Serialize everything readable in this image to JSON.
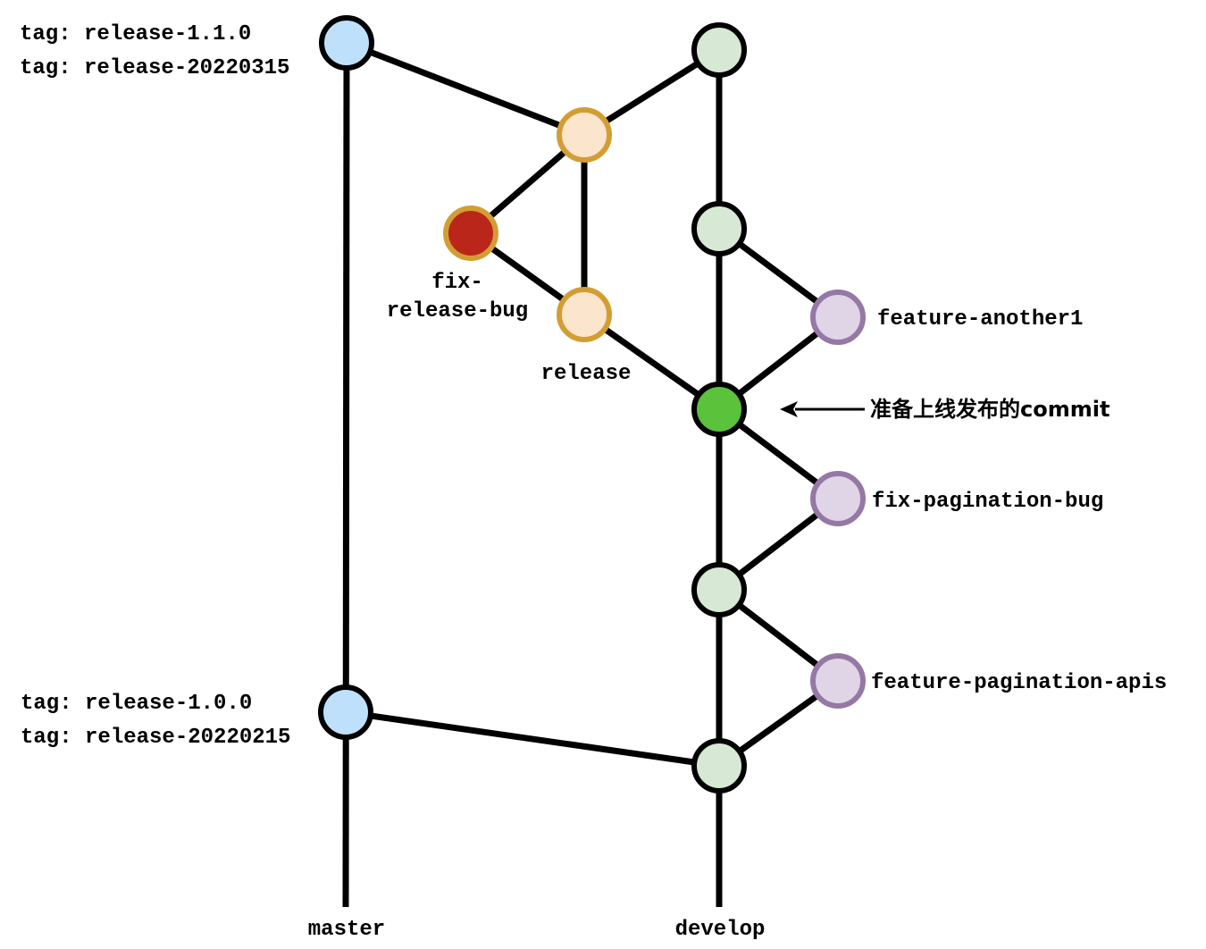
{
  "colors": {
    "master_fill": "#bfe0fa",
    "master_stroke": "#000000",
    "develop_fill": "#d7e8d4",
    "develop_stroke": "#000000",
    "release_fill": "#fce5cd",
    "release_stroke": "#d29e34",
    "fix_release_fill": "#ba2619",
    "fix_release_stroke": "#d29e34",
    "feature_fill": "#e0d5e6",
    "feature_stroke": "#9678a6",
    "deploy_fill": "#5ac23b",
    "deploy_stroke": "#000000",
    "edge": "#000000"
  },
  "branches": {
    "master": "master",
    "develop": "develop"
  },
  "tags": {
    "top": [
      "tag: release-1.1.0",
      "tag: release-20220315"
    ],
    "bottom": [
      "tag: release-1.0.0",
      "tag: release-20220215"
    ]
  },
  "labels": {
    "fix_release_bug": [
      "fix-",
      "release-bug"
    ],
    "release": "release",
    "feature_another1": "feature-another1",
    "deploy_commit": "准备上线发布的commit",
    "fix_pagination_bug": "fix-pagination-bug",
    "feature_pagination_apis": "feature-pagination-apis"
  }
}
